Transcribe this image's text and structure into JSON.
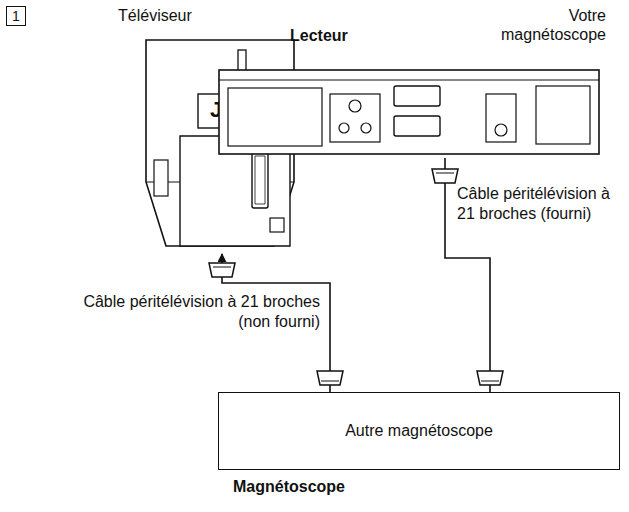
{
  "diagram": {
    "nodes": [
      {
        "text": [
          "Téléviseur",
          "JVC"
        ]
      },
      {
        "text": [
          "Lecteur",
          "Votre magnétoscope"
        ]
      },
      {
        "text": [
          "Autre magnétoscope",
          "Magnétoscope"
        ]
      }
    ],
    "edges": [
      {
        "from": 2,
        "to": 0,
        "arrow": "to",
        "label": "Câble péritélévision à 21 broches (non fourni)"
      },
      {
        "from": 1,
        "to": 2,
        "arrow": "none",
        "label": "Câble péritélévision à 21 broches (fourni)"
      }
    ],
    "labels": [
      "1"
    ]
  }
}
